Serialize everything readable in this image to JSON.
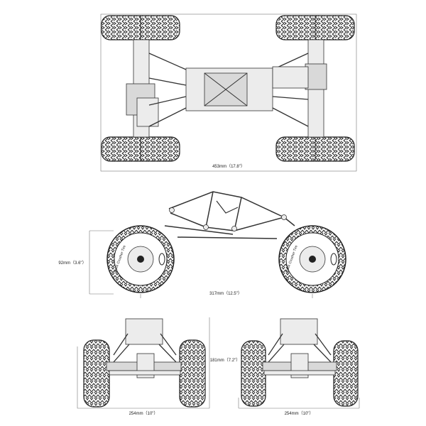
{
  "top_view": {
    "width_label": "453mm（17.8\"）"
  },
  "side_view": {
    "height_label": "92mm（3.6\"）",
    "wheelbase_label": "317mm（12.5\"）",
    "sidewall_text": "Rock Crusher Tire"
  },
  "front_view": {
    "height_label": "181mm（7.2\"）",
    "width_label": "254mm（10\"）"
  },
  "rear_view": {
    "width_label": "254mm（10\"）"
  }
}
